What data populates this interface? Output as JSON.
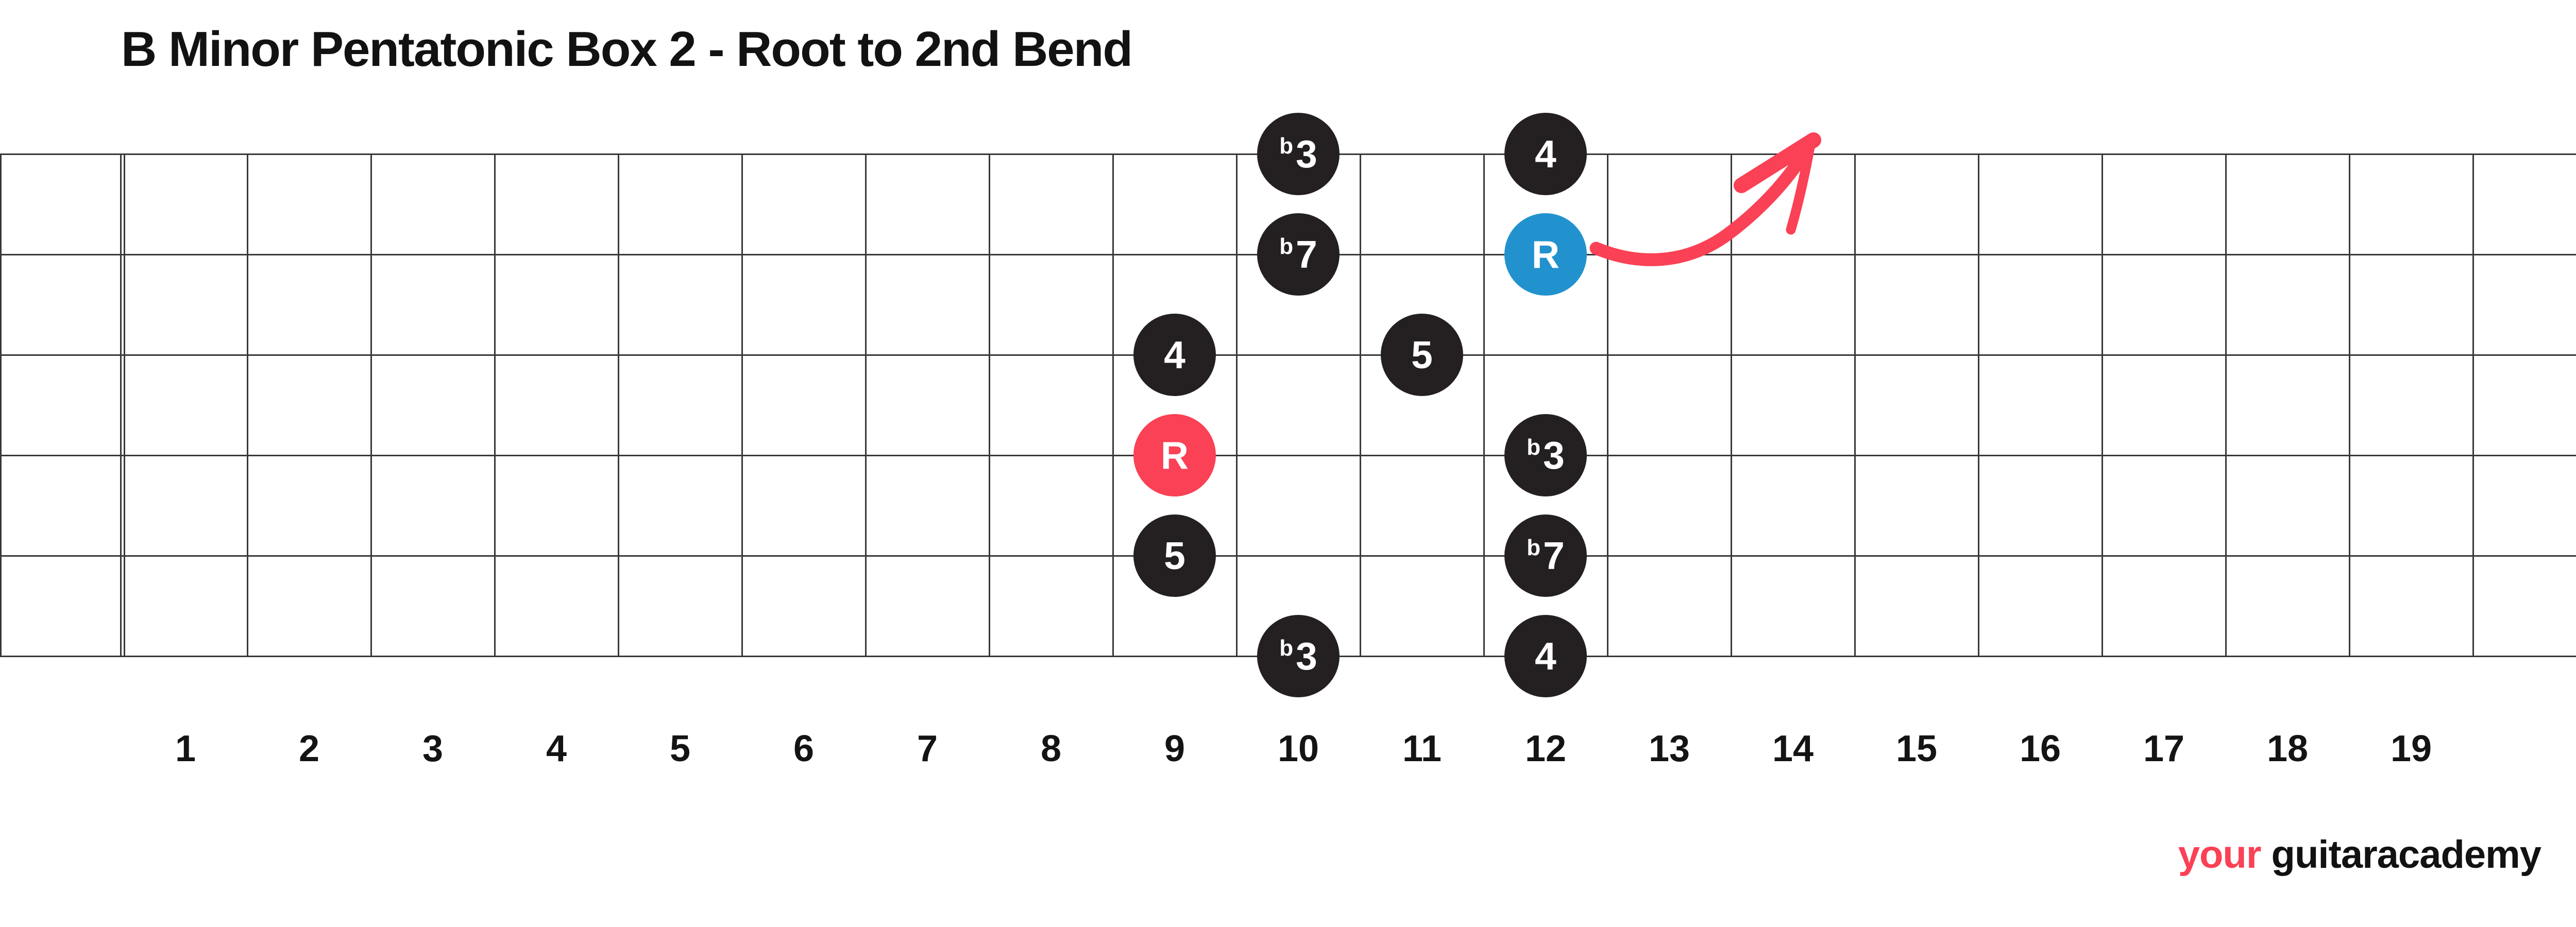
{
  "title": "B Minor Pentatonic Box 2 - Root to 2nd Bend",
  "logo": {
    "prefix": "your",
    "suffix": "guitaracademy"
  },
  "colors": {
    "background": "#ffffff",
    "title_text": "#121212",
    "grid_line": "#383838",
    "black_dot": "#242021",
    "blue_dot": "#2292ce",
    "red_dot": "#fa4155",
    "arrow_red": "#fa4155",
    "logo_red": "#fa4155",
    "dot_text": "#ffffff",
    "fret_number_text": "#141414"
  },
  "fretboard": {
    "string_count": 6,
    "fret_labels": [
      "1",
      "2",
      "3",
      "4",
      "5",
      "6",
      "7",
      "8",
      "9",
      "10",
      "11",
      "12",
      "13",
      "14",
      "15",
      "16",
      "17",
      "18",
      "19"
    ],
    "flat_symbol": "b",
    "notes": [
      {
        "fret": 10,
        "string": 1,
        "degree": "3",
        "flat": true,
        "color": "black"
      },
      {
        "fret": 12,
        "string": 1,
        "degree": "4",
        "flat": false,
        "color": "black"
      },
      {
        "fret": 10,
        "string": 2,
        "degree": "7",
        "flat": true,
        "color": "black"
      },
      {
        "fret": 12,
        "string": 2,
        "degree": "R",
        "flat": false,
        "color": "blue"
      },
      {
        "fret": 9,
        "string": 3,
        "degree": "4",
        "flat": false,
        "color": "black"
      },
      {
        "fret": 11,
        "string": 3,
        "degree": "5",
        "flat": false,
        "color": "black"
      },
      {
        "fret": 9,
        "string": 4,
        "degree": "R",
        "flat": false,
        "color": "red"
      },
      {
        "fret": 12,
        "string": 4,
        "degree": "3",
        "flat": true,
        "color": "black"
      },
      {
        "fret": 9,
        "string": 5,
        "degree": "5",
        "flat": false,
        "color": "black"
      },
      {
        "fret": 12,
        "string": 5,
        "degree": "7",
        "flat": true,
        "color": "black"
      },
      {
        "fret": 10,
        "string": 6,
        "degree": "3",
        "flat": true,
        "color": "black"
      },
      {
        "fret": 12,
        "string": 6,
        "degree": "4",
        "flat": false,
        "color": "black"
      }
    ]
  }
}
